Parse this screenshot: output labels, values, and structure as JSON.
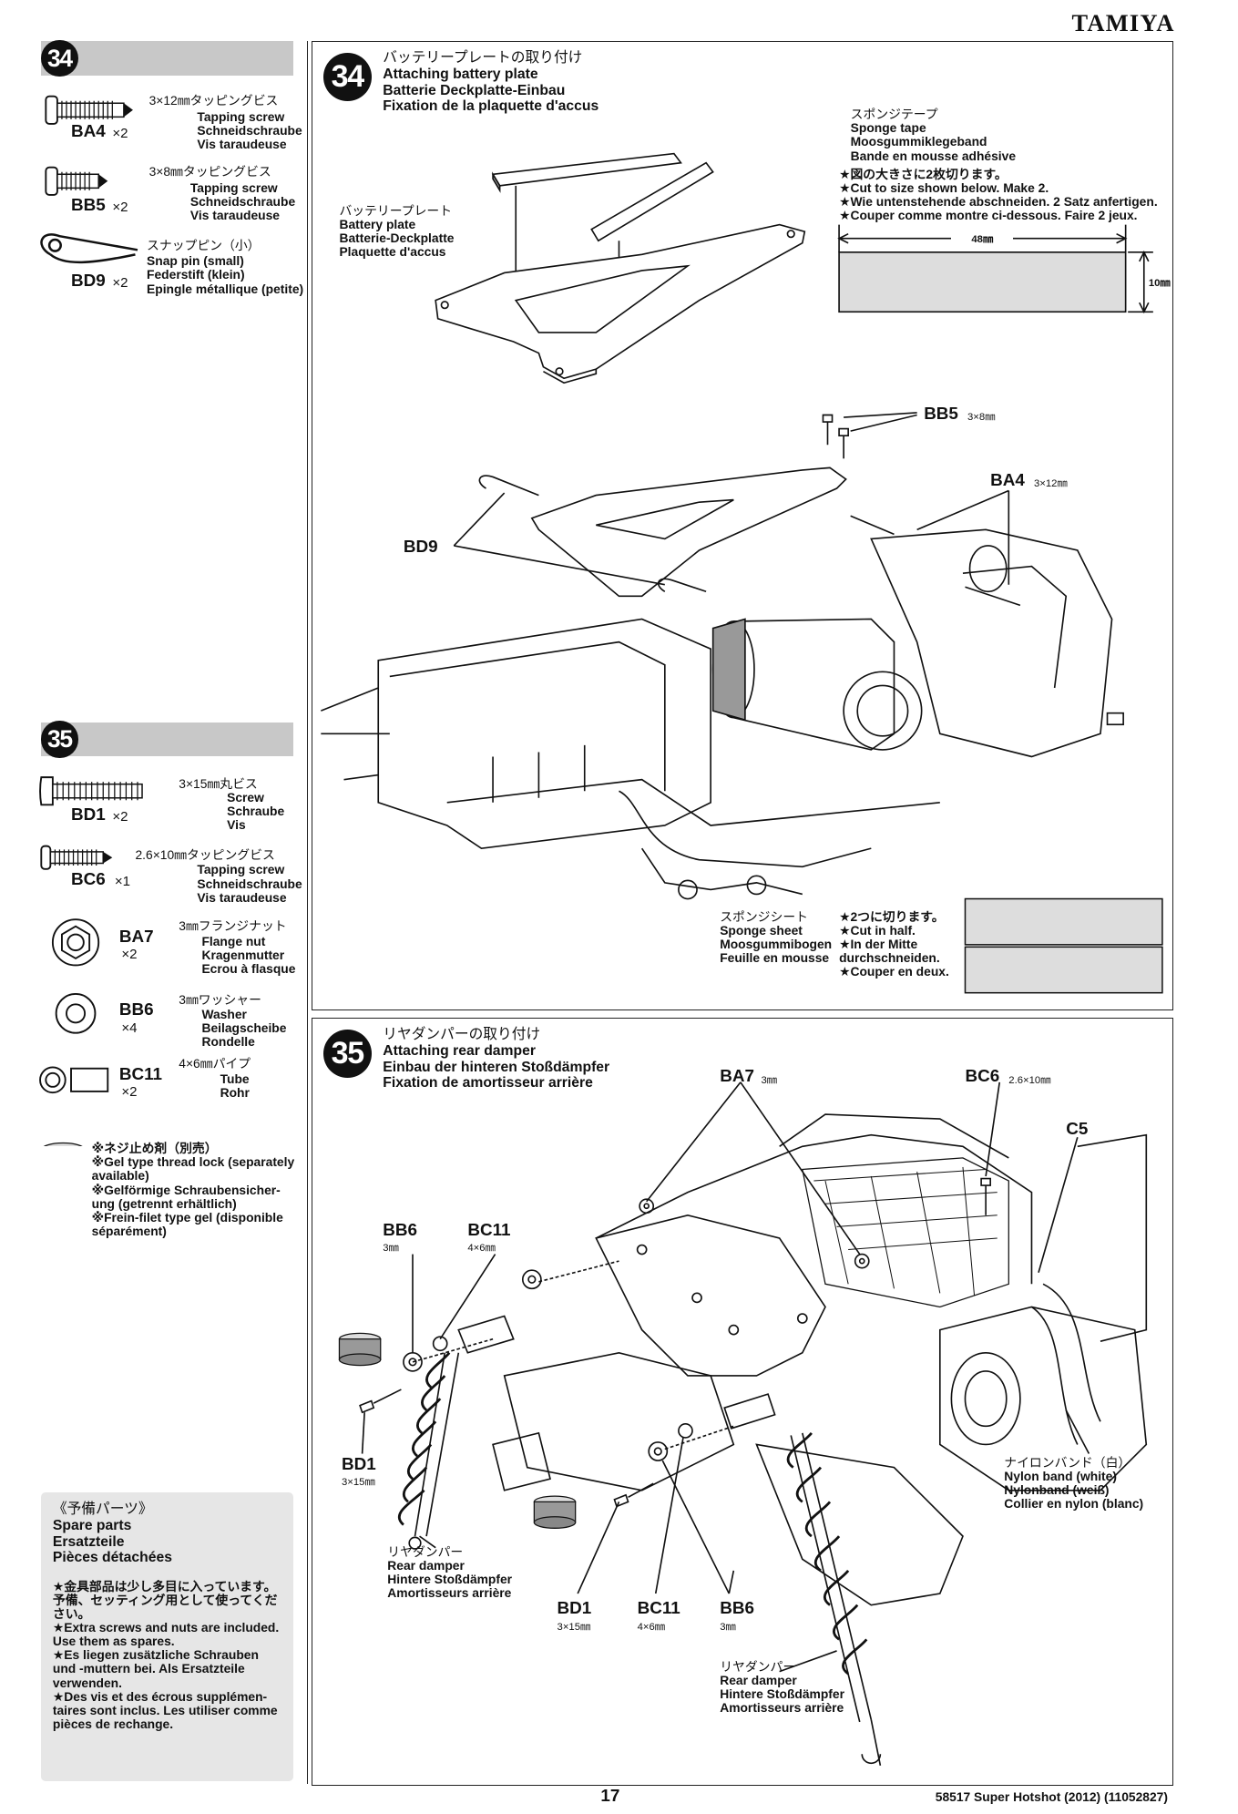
{
  "brand": "TAMIYA",
  "step34": {
    "number": "34",
    "parts": [
      {
        "code": "BA4",
        "qty": "×2",
        "jp": "3×12㎜タッピングビス",
        "lines": [
          "Tapping screw",
          "Schneidschraube",
          "Vis taraudeuse"
        ]
      },
      {
        "code": "BB5",
        "qty": "×2",
        "jp": "3×8㎜タッピングビス",
        "lines": [
          "Tapping screw",
          "Schneidschraube",
          "Vis taraudeuse"
        ]
      },
      {
        "code": "BD9",
        "qty": "×2",
        "jp": "スナップピン（小）",
        "lines": [
          "Snap pin (small)",
          "Federstift (klein)",
          "Epingle métallique (petite)"
        ]
      }
    ],
    "title": [
      "バッテリープレートの取り付け",
      "Attaching battery plate",
      "Batterie Deckplatte-Einbau",
      "Fixation de la plaquette d'accus"
    ],
    "plate_label": [
      "バッテリープレート",
      "Battery plate",
      "Batterie-Deckplatte",
      "Plaquette d'accus"
    ],
    "tape_label": [
      "スポンジテープ",
      "Sponge tape",
      "Moosgummiklegeband",
      "Bande en mousse adhésive"
    ],
    "tape_note": [
      "★図の大きさに2枚切ります。",
      "★Cut to size shown below. Make 2.",
      "★Wie untenstehende abschneiden. 2 Satz anfertigen.",
      "★Couper comme montre ci-dessous. Faire 2 jeux."
    ],
    "dim_w": "48㎜",
    "dim_h": "10㎜",
    "callout_bb5": "BB5",
    "callout_bb5_size": "3×8㎜",
    "callout_ba4": "BA4",
    "callout_ba4_size": "3×12㎜",
    "callout_bd9": "BD9",
    "sheet_label": [
      "スポンジシート",
      "Sponge sheet",
      "Moosgummibogen",
      "Feuille en mousse"
    ],
    "sheet_note": [
      "★2つに切ります。",
      "★Cut in half.",
      "★In der Mitte",
      "durchschneiden.",
      "★Couper en deux."
    ]
  },
  "step35": {
    "number": "35",
    "parts": [
      {
        "code": "BD1",
        "qty": "×2",
        "jp": "3×15㎜丸ビス",
        "lines": [
          "Screw",
          "Schraube",
          "Vis"
        ]
      },
      {
        "code": "BC6",
        "qty": "×1",
        "jp": "2.6×10㎜タッピングビス",
        "lines": [
          "Tapping screw",
          "Schneidschraube",
          "Vis taraudeuse"
        ]
      },
      {
        "code": "BA7",
        "qty": "×2",
        "jp": "3㎜フランジナット",
        "lines": [
          "Flange nut",
          "Kragenmutter",
          "Ecrou à flasque"
        ]
      },
      {
        "code": "BB6",
        "qty": "×4",
        "jp": "3㎜ワッシャー",
        "lines": [
          "Washer",
          "Beilagscheibe",
          "Rondelle"
        ]
      },
      {
        "code": "BC11",
        "qty": "×2",
        "jp": "4×6㎜パイプ",
        "lines": [
          "Tube",
          "Rohr"
        ]
      }
    ],
    "thread_lock": [
      "※ネジ止め剤（別売）",
      "※Gel type thread lock (separately",
      "available)",
      "※Gelförmige Schraubensicher-",
      "ung (getrennt erhältlich)",
      "※Frein-filet type gel (disponible",
      "séparément)"
    ],
    "title": [
      "リヤダンパーの取り付け",
      "Attaching rear damper",
      "Einbau der hinteren Stoßdämpfer",
      "Fixation de amortisseur arrière"
    ],
    "callout_ba7": "BA7",
    "callout_ba7_size": "3㎜",
    "callout_bc6": "BC6",
    "callout_bc6_size": "2.6×10㎜",
    "callout_c5": "C5",
    "callout_bb6_top": "BB6",
    "callout_bb6_top_size": "3㎜",
    "callout_bc11_top": "BC11",
    "callout_bc11_top_size": "4×6㎜",
    "callout_bd1_left": "BD1",
    "callout_bd1_left_size": "3×15㎜",
    "callout_bd1_bot": "BD1",
    "callout_bd1_bot_size": "3×15㎜",
    "callout_bc11_bot": "BC11",
    "callout_bc11_bot_size": "4×6㎜",
    "callout_bb6_bot": "BB6",
    "callout_bb6_bot_size": "3㎜",
    "nylon_band": [
      "ナイロンバンド（白）",
      "Nylon band (white)",
      "Nylonband (weiß)",
      "Collier en nylon (blanc)"
    ],
    "damper_left": [
      "リヤダンパー",
      "Rear damper",
      "Hintere Stoßdämpfer",
      "Amortisseurs arrière"
    ],
    "damper_right": [
      "リヤダンパー",
      "Rear damper",
      "Hintere Stoßdämpfer",
      "Amortisseurs arrière"
    ]
  },
  "spare": {
    "title": [
      "《予備パーツ》",
      "Spare parts",
      "Ersatzteile",
      "Pièces détachées"
    ],
    "notes": [
      "★金具部品は少し多目に入っています。",
      "予備、セッティング用として使ってくだ",
      "さい。",
      "★Extra screws and nuts are included.",
      "Use them as spares.",
      "★Es liegen zusätzliche Schrauben",
      "und -muttern bei. Als Ersatzteile",
      "verwenden.",
      "★Des vis et des écrous supplémen-",
      "taires sont inclus. Les utiliser comme",
      "pièces de rechange."
    ]
  },
  "footer": {
    "page_number": "17",
    "doc_ref": "58517 Super Hotshot (2012) (11052827)"
  }
}
